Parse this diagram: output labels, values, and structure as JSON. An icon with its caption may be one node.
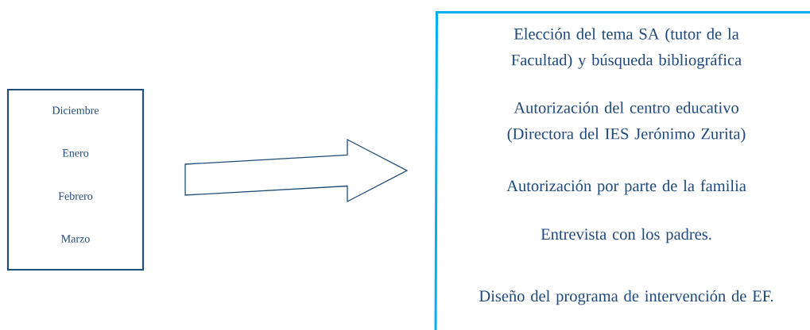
{
  "diagram": {
    "nodes": [
      {
        "text": [
          "Diciembre",
          "Enero",
          "Febrero",
          "Marzo"
        ]
      },
      {
        "text": [
          "Elección del tema  SA (tutor de la Facultad) y búsqueda bibliográfica",
          "Autorización del centro educativo (Directora del IES Jerónimo Zurita)",
          "Autorización por parte de la familia",
          "Entrevista con los padres.",
          "Diseño del programa de intervención de EF."
        ]
      }
    ],
    "edges": [
      {
        "from": 0,
        "to": 1,
        "arrow": "to"
      }
    ]
  }
}
